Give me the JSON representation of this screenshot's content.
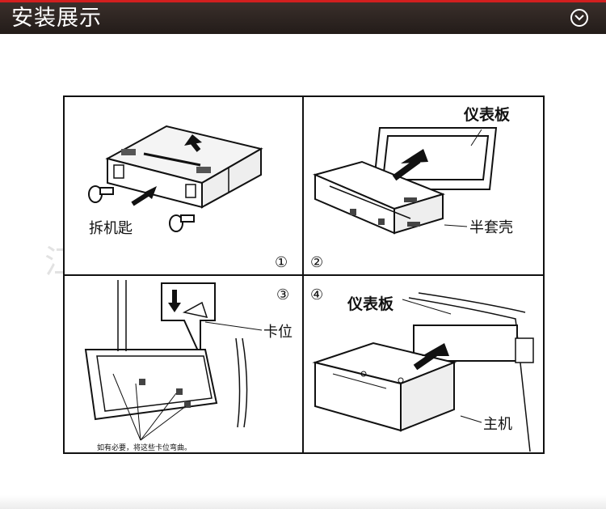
{
  "header": {
    "title": "安装展示",
    "toggle_icon": "chevron-down-circle-icon",
    "accent_color": "#d21f1f",
    "background_color": "#2b221f"
  },
  "figure": {
    "panel1": {
      "number": "①",
      "label_key": "拆机匙"
    },
    "panel2": {
      "number": "②",
      "label_dashboard": "仪表板",
      "label_half_shell": "半套壳"
    },
    "panel3": {
      "number": "③",
      "label_clip": "卡位",
      "caption": "如有必要，将这些卡位弯曲。"
    },
    "panel4": {
      "number": "④",
      "label_dashboard": "仪表板",
      "label_main_unit": "主机"
    }
  },
  "watermark": {
    "text": "江门市天域电子科技有限公司"
  }
}
